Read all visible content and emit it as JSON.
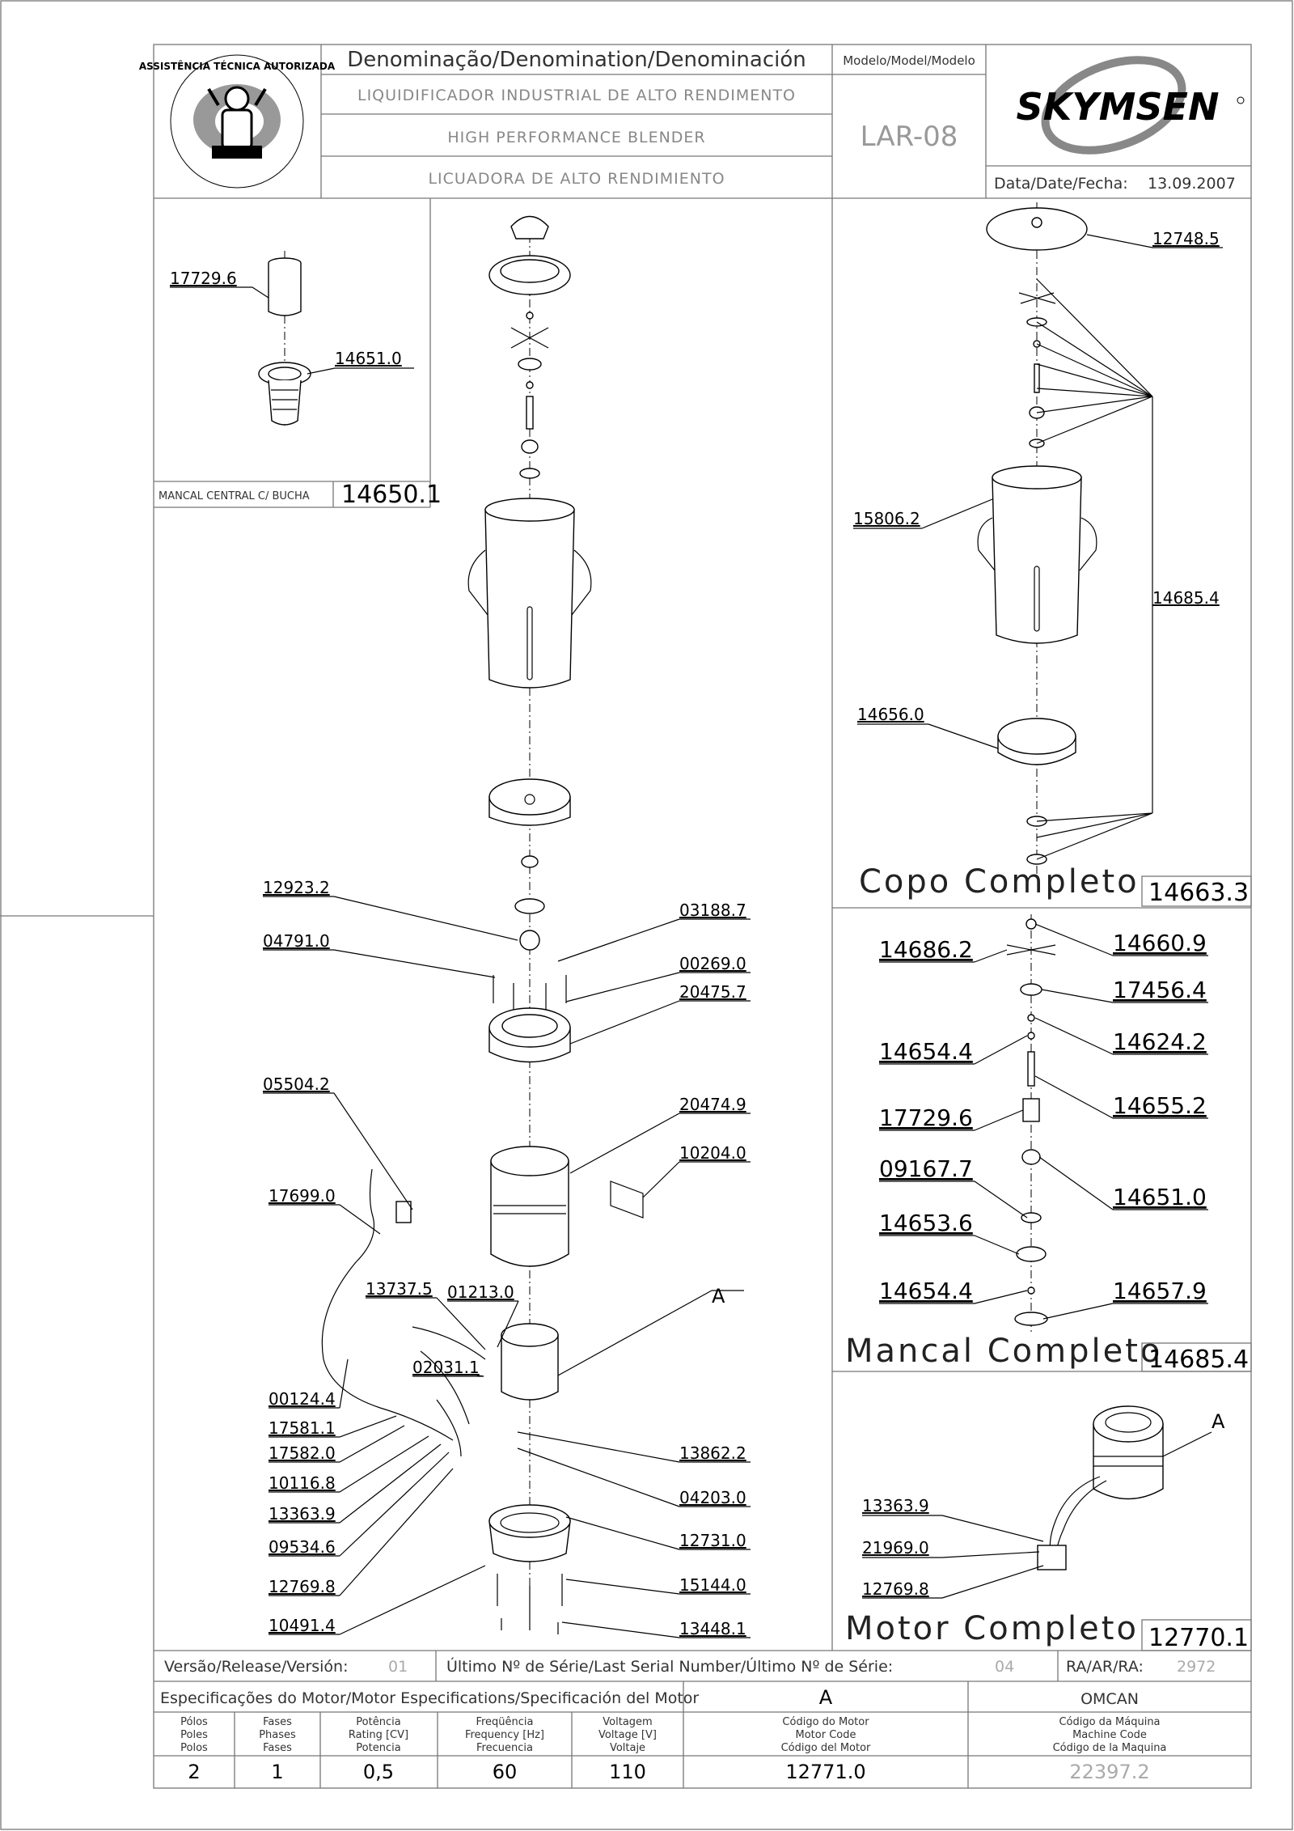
{
  "header": {
    "denomination_title": "Denominação/Denomination/Denominación",
    "name_pt": "LIQUIDIFICADOR INDUSTRIAL DE ALTO RENDIMENTO",
    "name_en": "HIGH PERFORMANCE BLENDER",
    "name_es": "LICUADORA DE ALTO RENDIMIENTO",
    "model_title": "Modelo/Model/Modelo",
    "model_value": "LAR-08",
    "date_label": "Data/Date/Fecha:",
    "date_value": "13.09.2007",
    "brand": "SKYMSEN",
    "seal_text": "ASSISTÊNCIA TÉCNICA AUTORIZADA"
  },
  "inset_bearing": {
    "title": "MANCAL CENTRAL C/ BUCHA",
    "code": "14650.1",
    "labels": [
      "17729.6",
      "14651.0"
    ]
  },
  "copo": {
    "title": "Copo Completo",
    "code": "14663.3",
    "labels": [
      "12748.5",
      "15806.2",
      "14685.4",
      "14656.0"
    ]
  },
  "mancal": {
    "title": "Mancal Completo",
    "code": "14685.4",
    "labels": [
      "14686.2",
      "14660.9",
      "17456.4",
      "14624.2",
      "14654.4",
      "14655.2",
      "17729.6",
      "09167.7",
      "14651.0",
      "14653.6",
      "14654.4",
      "14657.9"
    ]
  },
  "motor": {
    "title": "Motor Completo",
    "code": "12770.1",
    "detail_letter": "A",
    "labels": [
      "13363.9",
      "21969.0",
      "12769.8"
    ]
  },
  "main": {
    "detail_letter": "A",
    "labels": [
      "12923.2",
      "03188.7",
      "04791.0",
      "00269.0",
      "20475.7",
      "05504.2",
      "20474.9",
      "10204.0",
      "17699.0",
      "13737.5",
      "01213.0",
      "02031.1",
      "00124.4",
      "17581.1",
      "17582.0",
      "10116.8",
      "13862.2",
      "04203.0",
      "13363.9",
      "09534.6",
      "12731.0",
      "12769.8",
      "15144.0",
      "10491.4",
      "13448.1"
    ]
  },
  "release": {
    "label": "Versão/Release/Versión:",
    "value": "01",
    "serial_label": "Último Nº de Série/Last Serial Number/Último Nº de Série:",
    "serial_value": "04",
    "ra_label": "RA/AR/RA:",
    "ra_value": "2972"
  },
  "specs": {
    "title": "Especificações do Motor/Motor Especifications/Specificación del Motor",
    "motor_letter": "A",
    "brand": "OMCAN",
    "headers": [
      [
        "Pólos",
        "Poles",
        "Polos"
      ],
      [
        "Fases",
        "Phases",
        "Fases"
      ],
      [
        "Potência",
        "Rating [CV]",
        "Potencia"
      ],
      [
        "Freqüência",
        "Frequency [Hz]",
        "Frecuencia"
      ],
      [
        "Voltagem",
        "Voltage [V]",
        "Voltaje"
      ],
      [
        "Código do Motor",
        "Motor Code",
        "Código del Motor"
      ],
      [
        "Código da Máquina",
        "Machine Code",
        "Código de la Maquina"
      ]
    ],
    "values": [
      "2",
      "1",
      "0,5",
      "60",
      "110",
      "12771.0",
      "22397.2"
    ]
  }
}
